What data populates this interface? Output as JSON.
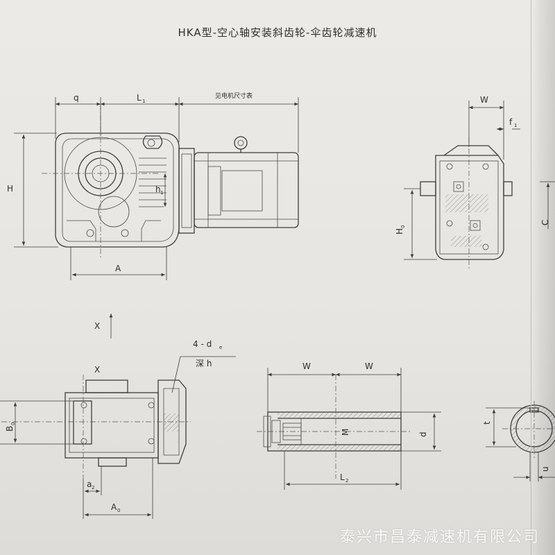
{
  "title": "HKA型-空心轴安装斜齿轮-伞齿轮减速机",
  "motor_note": "见电机尺寸表",
  "watermark": "泰兴市昌泰减速机有限公司",
  "labels": {
    "q": "q",
    "L1": "L",
    "L1_sub": "1",
    "H": "H",
    "h1": "h",
    "h1_sub": "1",
    "A": "A",
    "W": "W",
    "f1": "f",
    "f1_sub": "1",
    "H0": "H",
    "H0_sub": "0",
    "C": "C",
    "X_arrow": "X",
    "X_view": "X",
    "holes": "4 - d",
    "holes_sub": "e",
    "depth": "深  h",
    "B0": "B",
    "B0_sub": "0",
    "a2": "a",
    "a2_sub": "2",
    "A0": "A",
    "A0_sub": "0",
    "W_left": "W",
    "W_right": "W",
    "M": "M",
    "d": "d",
    "L2": "L",
    "L2_sub": "2",
    "t": "t",
    "u": "u"
  }
}
